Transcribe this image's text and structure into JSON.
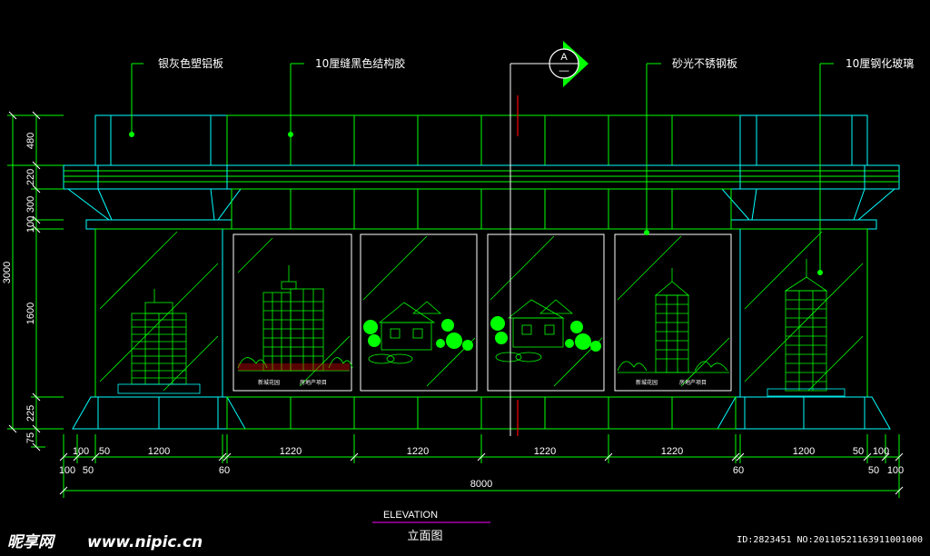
{
  "colors": {
    "background": "#000000",
    "green": "#00ff00",
    "cyan": "#00ffff",
    "white": "#ffffff",
    "red": "#ff0000",
    "magenta": "#ff00ff"
  },
  "callouts": {
    "aluminum_panel": "银灰色塑铝板",
    "structural_glue": "10厘缝黑色结构胶",
    "stainless_panel": "砂光不锈钢板",
    "tempered_glass": "10厘钢化玻璃"
  },
  "section_marker": {
    "letter": "A",
    "sub": "—"
  },
  "vertical_dims": {
    "d480": "480",
    "d220": "220",
    "d300": "300",
    "d100": "100",
    "d3000": "3000",
    "d1600": "1600",
    "d225": "225",
    "d75": "75"
  },
  "horizontal_dims": {
    "upper": [
      "100",
      "50",
      "1200",
      "1220",
      "1220",
      "1220",
      "1220",
      "1200",
      "50",
      "100"
    ],
    "lower_left": [
      "100",
      "50",
      "60"
    ],
    "lower_right": [
      "60",
      "50",
      "100"
    ],
    "total": "8000"
  },
  "panel_captions": [
    "新城花园",
    "房地产项目",
    "新城花园",
    "房地产项目"
  ],
  "title": {
    "en": "ELEVATION",
    "zh": "立面图"
  },
  "watermark": {
    "logo": "昵享网",
    "site": "www.nipic.cn"
  },
  "image_id": "ID:2823451 NO:20110521163911001000"
}
